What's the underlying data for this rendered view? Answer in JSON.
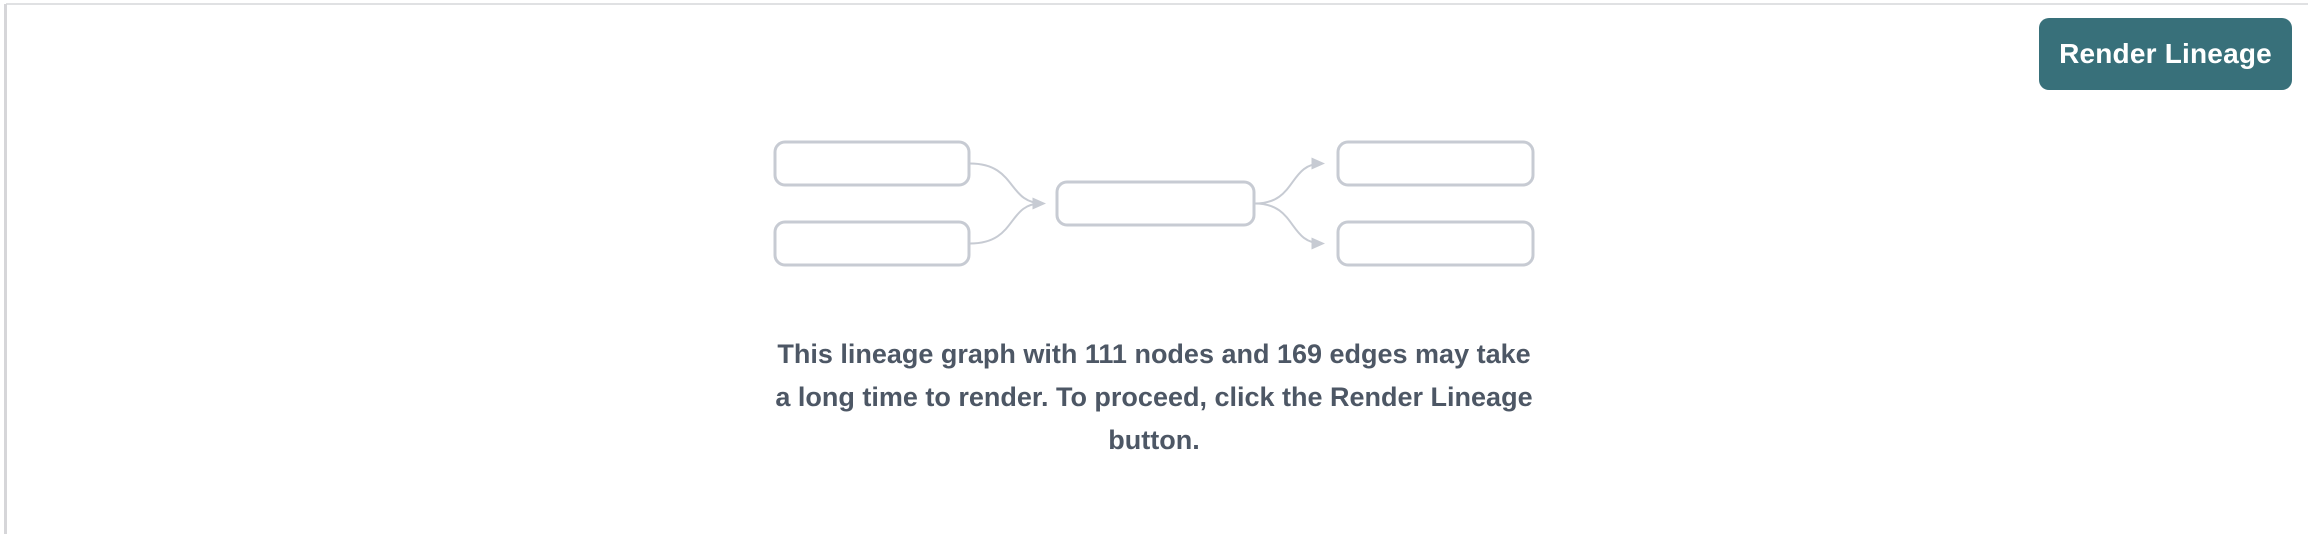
{
  "toolbar": {
    "render_lineage_label": "Render Lineage"
  },
  "empty_state": {
    "message_lines": [
      "This lineage graph with 111 nodes and 169 edges may take",
      "a long time to render. To proceed, click the Render Lineage",
      "button."
    ],
    "node_count": "111",
    "edge_count": "169"
  },
  "diagram": {
    "description": "placeholder lineage graph: 2 upstream nodes feeding 1 center node feeding 2 downstream nodes",
    "node_labels": [
      "",
      "",
      "",
      "",
      ""
    ]
  },
  "colors": {
    "accent_teal": "#38707A",
    "button_text": "#FFFFFF",
    "message_text": "#4D5765",
    "diagram_stroke": "#C7CBD3",
    "panel_top_border": "#E0E1E3",
    "panel_left_divider": "#D6D6D9"
  }
}
